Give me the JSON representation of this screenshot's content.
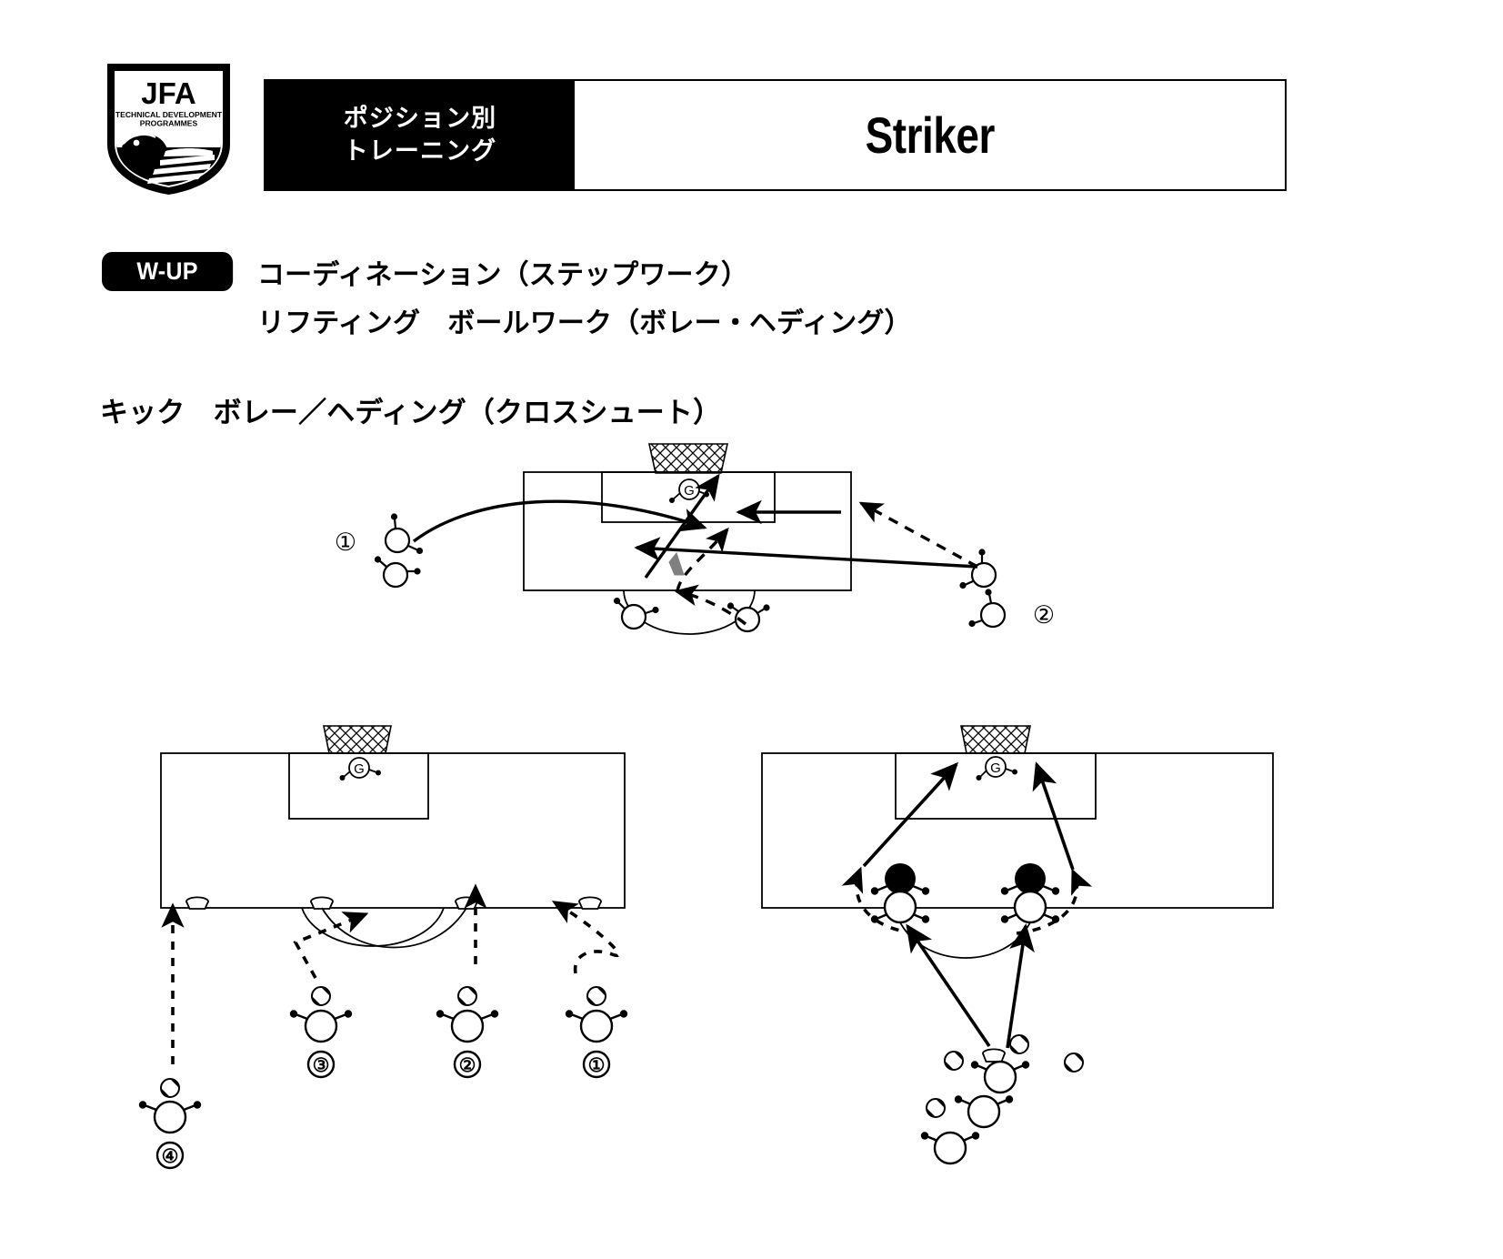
{
  "header": {
    "logo_text_main": "JFA",
    "logo_text_sub_1": "TECHNICAL DEVELOPMENT",
    "logo_text_sub_2": "PROGRAMMES",
    "category_line_1": "ポジション別",
    "category_line_2": "トレーニング",
    "title": "Striker"
  },
  "warmup": {
    "badge": "W-UP",
    "line_1": "コーディネーション（ステップワーク）",
    "line_2": "リフティング　ボールワーク（ボレー・ヘディング）"
  },
  "sections": {
    "kick_heading": "キック　ボレー／ヘディング（クロスシュート）"
  },
  "diagram_top": {
    "name": "cross-shot-drill",
    "goalkeeper_label": "G",
    "marker_1": "①",
    "marker_2": "②"
  },
  "diagram_bottom_left": {
    "name": "cone-run-volley-drill",
    "goalkeeper_label": "G",
    "marker_1": "①",
    "marker_2": "②",
    "marker_3": "③",
    "marker_4": "④"
  },
  "diagram_bottom_right": {
    "name": "two-attacker-finishing-drill",
    "goalkeeper_label": "G"
  },
  "colors": {
    "ink": "#000000",
    "paper": "#ffffff",
    "cone_fill": "#808080"
  }
}
